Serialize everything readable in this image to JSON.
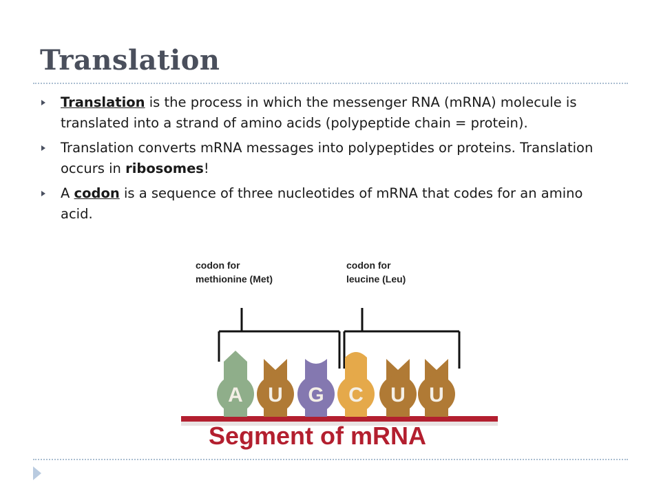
{
  "slide": {
    "title": "Translation",
    "bullets": [
      {
        "lead": "Translation",
        "text": " is the process in which the messenger RNA (mRNA) molecule  is translated into a strand of amino acids  (polypeptide  chain = protein)."
      },
      {
        "pre": "Translation converts mRNA messages into polypeptides or proteins. Translation occurs in ",
        "bold": "ribosomes",
        "post": "!"
      },
      {
        "pre": "A ",
        "term": "codon",
        "post": " is a sequence of three nucleotides of mRNA that codes for an amino acid."
      }
    ]
  },
  "diagram": {
    "codon1_line1": "codon  for",
    "codon1_line2": "methionine  (Met)",
    "codon2_line1": "codon  for",
    "codon2_line2": "leucine  (Leu)",
    "bases": [
      "A",
      "U",
      "G",
      "C",
      "U",
      "U"
    ],
    "caption": "Segment of mRNA",
    "colors": {
      "A": "#8fae8a",
      "U": "#b07a35",
      "G": "#8478b0",
      "C": "#e5a94a",
      "backbone": "#b31f2f",
      "caption": "#b31f2f"
    }
  }
}
